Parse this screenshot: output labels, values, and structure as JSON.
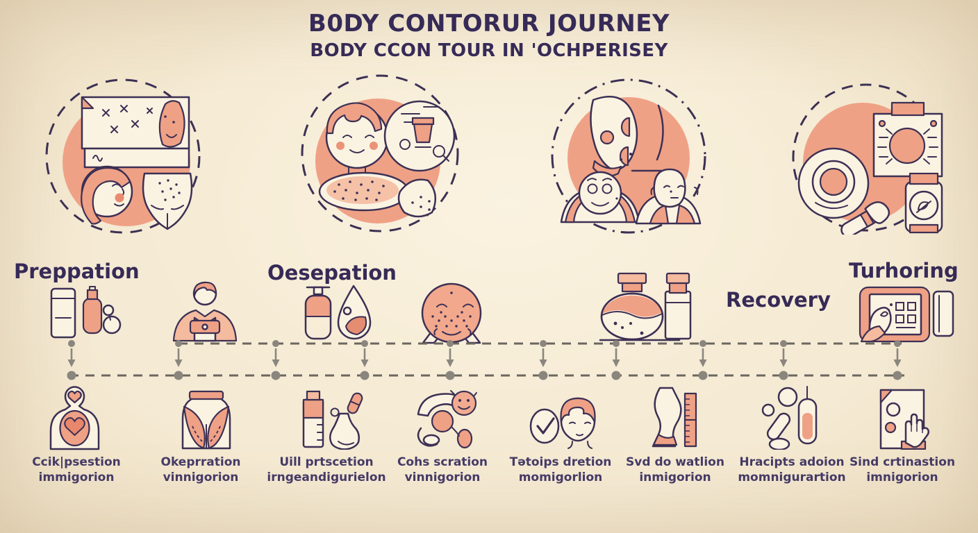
{
  "header": {
    "title": "B0DY CONTORUR JOURNEY",
    "subtitle": "BODY CCON TOUR IN 'OCHPERISEY"
  },
  "phases": [
    {
      "label": "Preppation"
    },
    {
      "label": "Oesepation"
    },
    {
      "label": "Recovery"
    },
    {
      "label": "Turhoring"
    }
  ],
  "steps": [
    {
      "line1": "Ccik|psestion",
      "line2": "immigorion"
    },
    {
      "line1": "Okeprration",
      "line2": "vinnigorion"
    },
    {
      "line1": "Uill prtscetion",
      "line2": "irngeandigurielon"
    },
    {
      "line1": "Cohs scration",
      "line2": "vinnigorion"
    },
    {
      "line1": "Tətoips dretion",
      "line2": "momigorlion"
    },
    {
      "line1": "Svd do watlion",
      "line2": "inmigorion"
    },
    {
      "line1": "Hracipts adoion",
      "line2": "momnigurartion"
    },
    {
      "line1": "Sind crtinastion",
      "line2": "imnigorion"
    }
  ],
  "icons": {
    "stage_circles": [
      "assessment-consultation-illustration",
      "skin-analysis-illustration",
      "treatment-areas-illustration",
      "aftercare-products-illustration"
    ],
    "mid_row": [
      "skincare-bottles-icon",
      "patient-figure-icon",
      "serum-drop-icon",
      "freckled-face-icon",
      "medication-flasks-icon",
      "tablet-device-icon"
    ],
    "bottom_row": [
      "heart-chest-icon",
      "hips-contour-icon",
      "vial-flask-pill-icon",
      "face-circles-icon",
      "checkmark-face-icon",
      "body-ruler-icon",
      "dropper-vial-icon",
      "document-hand-icon"
    ]
  },
  "colors": {
    "background": "#f4e9d2",
    "salmon": "#efa186",
    "salmon_light": "#f5bb9e",
    "outline": "#3c3054",
    "heading": "#362a57",
    "timeline": "#8a867e"
  }
}
